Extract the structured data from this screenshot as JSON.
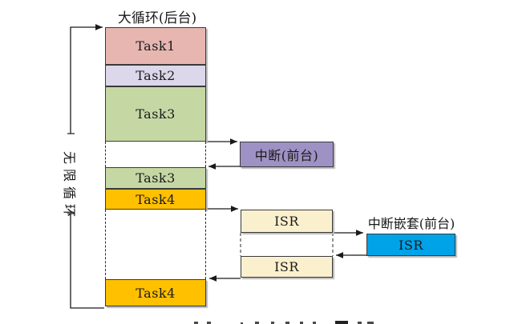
{
  "diagram": {
    "title": "大循环(后台)",
    "left_loop_label": "无限循环",
    "column": {
      "task1": {
        "label": "Task1",
        "color": "#e7b6b1"
      },
      "task2": {
        "label": "Task2",
        "color": "#dcd7ea"
      },
      "task3_run1": {
        "label": "Task3",
        "color": "#c5d8a4"
      },
      "task3_run2": {
        "label": "Task3",
        "color": "#c5d8a4"
      },
      "task4_run1": {
        "label": "Task4",
        "color": "#ffc000"
      },
      "task4_run2": {
        "label": "Task4",
        "color": "#ffc000"
      }
    },
    "foreground": {
      "interrupt": {
        "label": "中断(前台)",
        "color": "#9e91c4"
      },
      "isr_first": {
        "label": "ISR",
        "color": "#fbf0cd"
      },
      "isr_second": {
        "label": "ISR",
        "color": "#fbf0cd"
      },
      "nested_title": "中断嵌套(前台)",
      "nested_isr": {
        "label": "ISR",
        "color": "#00a2e8"
      }
    },
    "colors": {
      "line": "#1a1a1a",
      "border": "#3a3a3a",
      "shadow": "#b8b8b8"
    }
  }
}
